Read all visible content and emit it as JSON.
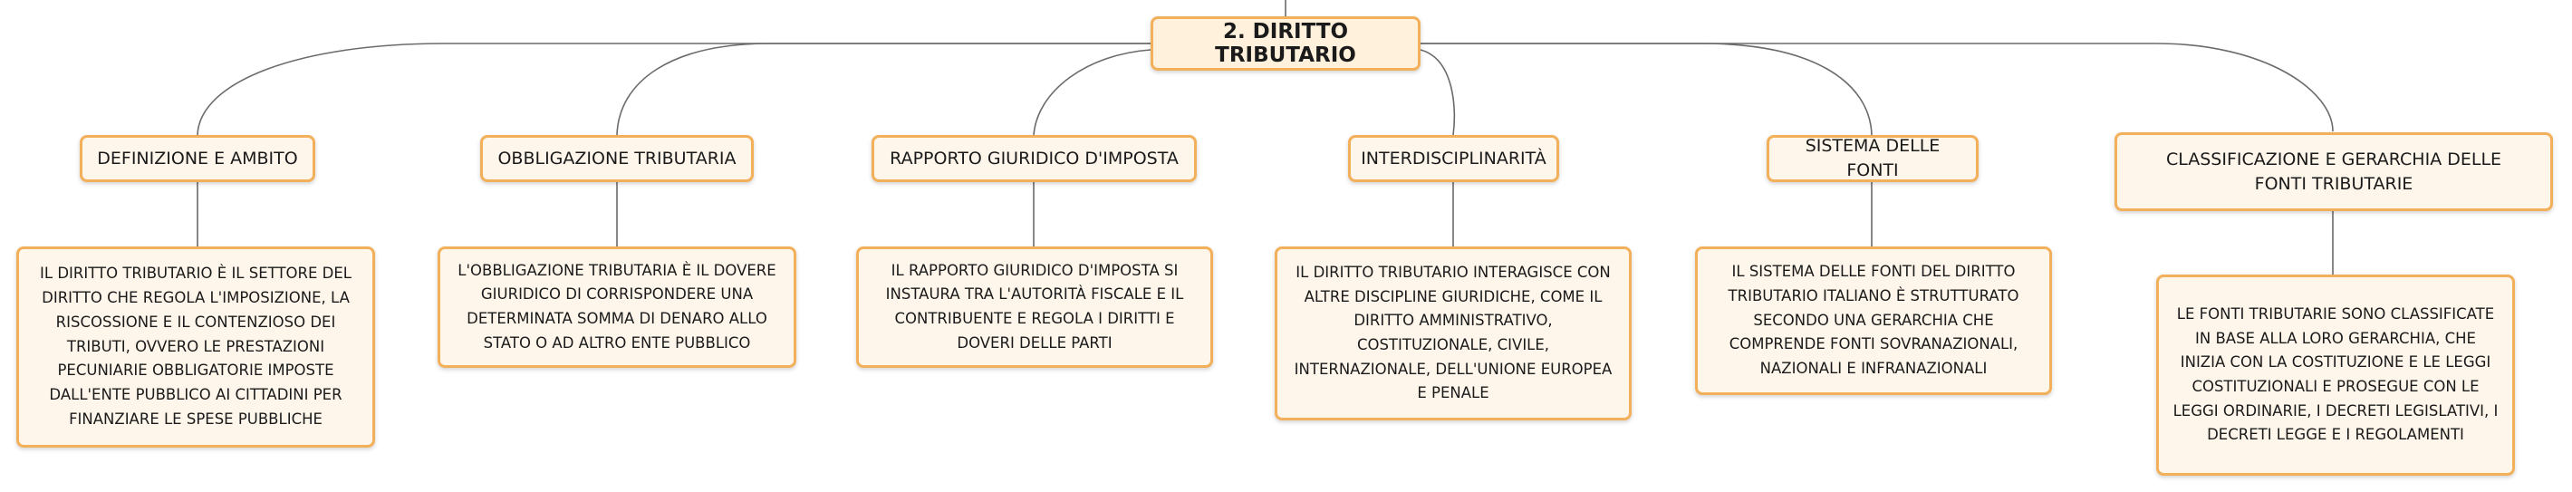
{
  "root": {
    "label": "2. DIRITTO TRIBUTARIO"
  },
  "topics": [
    {
      "label": "DEFINIZIONE E AMBITO",
      "detail": "IL DIRITTO TRIBUTARIO È IL SETTORE DEL DIRITTO CHE REGOLA L'IMPOSIZIONE, LA RISCOSSIONE E IL CONTENZIOSO DEI TRIBUTI, OVVERO LE PRESTAZIONI PECUNIARIE OBBLIGATORIE IMPOSTE DALL'ENTE PUBBLICO AI CITTADINI PER FINANZIARE LE SPESE PUBBLICHE"
    },
    {
      "label": "OBBLIGAZIONE TRIBUTARIA",
      "detail": "L'OBBLIGAZIONE TRIBUTARIA È IL DOVERE GIURIDICO DI CORRISPONDERE UNA DETERMINATA SOMMA DI DENARO ALLO STATO O AD ALTRO ENTE PUBBLICO"
    },
    {
      "label": "RAPPORTO GIURIDICO D'IMPOSTA",
      "detail": "IL RAPPORTO GIURIDICO D'IMPOSTA SI INSTAURA TRA L'AUTORITÀ FISCALE E IL CONTRIBUENTE E REGOLA I DIRITTI E DOVERI DELLE PARTI"
    },
    {
      "label": "INTERDISCIPLINARITÀ",
      "detail": "IL DIRITTO TRIBUTARIO INTERAGISCE CON ALTRE DISCIPLINE GIURIDICHE, COME IL DIRITTO AMMINISTRATIVO, COSTITUZIONALE, CIVILE, INTERNAZIONALE, DELL'UNIONE EUROPEA E PENALE"
    },
    {
      "label": "SISTEMA DELLE FONTI",
      "detail": "IL SISTEMA DELLE FONTI DEL DIRITTO TRIBUTARIO ITALIANO È STRUTTURATO SECONDO UNA GERARCHIA CHE COMPRENDE FONTI SOVRANAZIONALI, NAZIONALI E INFRANAZIONALI"
    },
    {
      "label": "CLASSIFICAZIONE E GERARCHIA DELLE FONTI TRIBUTARIE",
      "detail": "LE FONTI TRIBUTARIE SONO CLASSIFICATE IN BASE ALLA LORO GERARCHIA, CHE INIZIA CON LA COSTITUZIONE E LE LEGGI COSTITUZIONALI E PROSEGUE CON LE LEGGI ORDINARIE, I DECRETI LEGISLATIVI, I DECRETI LEGGE E I REGOLAMENTI"
    }
  ]
}
